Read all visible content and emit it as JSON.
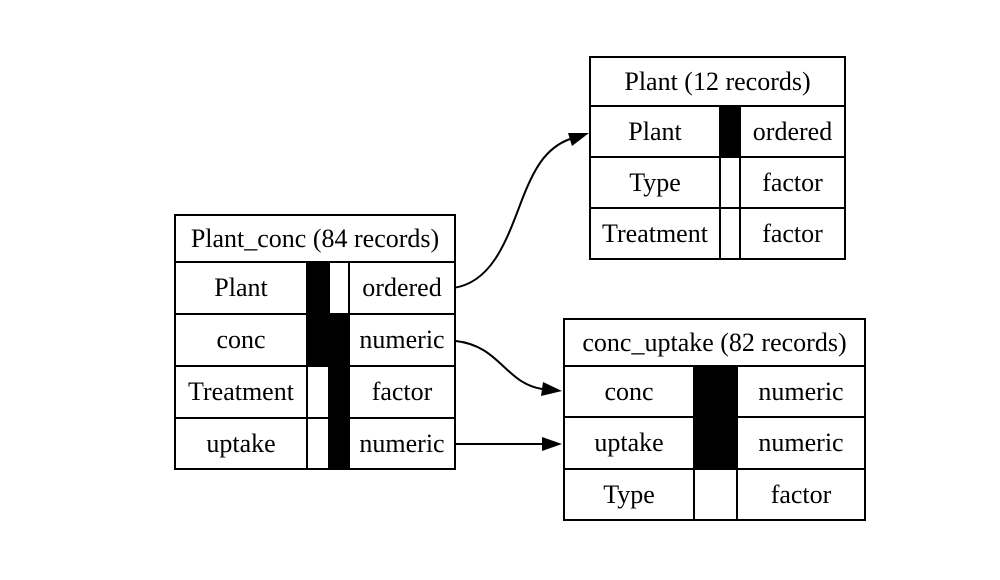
{
  "diagram": {
    "kind": "data-model relationship diagram",
    "tables": [
      {
        "name": "Plant_conc",
        "title": "Plant_conc (84 records)",
        "rows": [
          {
            "name": "Plant",
            "type": "ordered",
            "indicator": [
              "black",
              "white"
            ]
          },
          {
            "name": "conc",
            "type": "numeric",
            "indicator": [
              "black",
              "black"
            ]
          },
          {
            "name": "Treatment",
            "type": "factor",
            "indicator": [
              "white",
              "black"
            ]
          },
          {
            "name": "uptake",
            "type": "numeric",
            "indicator": [
              "white",
              "black"
            ]
          }
        ]
      },
      {
        "name": "Plant",
        "title": "Plant (12 records)",
        "rows": [
          {
            "name": "Plant",
            "type": "ordered",
            "indicator": [
              "black"
            ]
          },
          {
            "name": "Type",
            "type": "factor",
            "indicator": [
              "white"
            ]
          },
          {
            "name": "Treatment",
            "type": "factor",
            "indicator": [
              "white"
            ]
          }
        ]
      },
      {
        "name": "conc_uptake",
        "title": "conc_uptake (82 records)",
        "rows": [
          {
            "name": "conc",
            "type": "numeric",
            "indicator": [
              "black"
            ]
          },
          {
            "name": "uptake",
            "type": "numeric",
            "indicator": [
              "black"
            ]
          },
          {
            "name": "Type",
            "type": "factor",
            "indicator": [
              "white"
            ]
          }
        ]
      }
    ],
    "edges": [
      {
        "from": "Plant_conc.Plant",
        "to": "Plant.Plant"
      },
      {
        "from": "Plant_conc.conc",
        "to": "conc_uptake.conc"
      },
      {
        "from": "Plant_conc.uptake",
        "to": "conc_uptake.uptake"
      }
    ],
    "colors": {
      "line": "#000000",
      "background": "#ffffff",
      "filled_cell": "#000000"
    }
  }
}
